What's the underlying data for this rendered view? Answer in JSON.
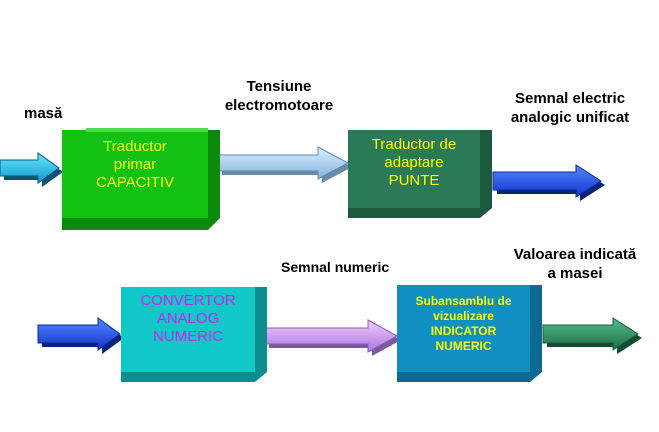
{
  "labels": {
    "input_mass": "masă",
    "emf": "Tensiune\nelectromotoare",
    "unified_signal": "Semnal electric\nanalogic unificat",
    "numeric_signal": "Semnal numeric",
    "indicated_value": "Valoarea indicată\na masei"
  },
  "blocks": {
    "primary": "Traductor\nprimar\nCAPACITIV",
    "adapter": "Traductor de\nadaptare\nPUNTE",
    "converter": "CONVERTOR\nANALOG\nNUMERIC",
    "display": "Subansamblu de\nvizualizare\nINDICATOR\nNUMERIC"
  },
  "colors": {
    "primary_face": "#12c212",
    "primary_text": "#ffff00",
    "adapter_face": "#2a7a56",
    "adapter_text": "#ffff00",
    "converter_face": "#10c8c8",
    "converter_text": "#cc22ee",
    "display_face": "#1090c0",
    "display_text": "#ffff00",
    "arrow_cyan": "#22ccee",
    "arrow_lightblue": "#99ccee",
    "arrow_blue": "#2255ee",
    "arrow_violet": "#cc99ee",
    "arrow_green": "#339966"
  }
}
